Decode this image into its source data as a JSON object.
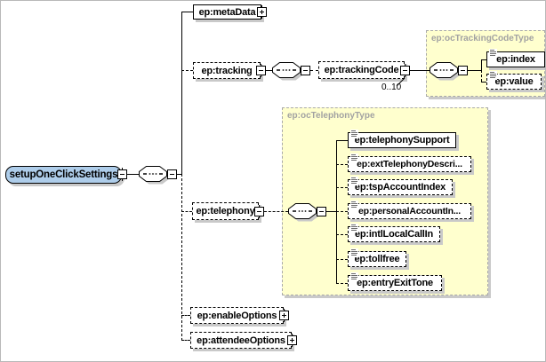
{
  "diagram": {
    "root": {
      "label": "setupOneClickSettings"
    },
    "meta_data": {
      "label": "ep:metaData"
    },
    "tracking": {
      "label": "ep:tracking"
    },
    "tracking_code": {
      "label": "ep:trackingCode",
      "occurrence": "0..10"
    },
    "tracking_code_type": {
      "label": "ep:ocTrackingCodeType",
      "children": [
        {
          "label": "ep:index"
        },
        {
          "label": "ep:value"
        }
      ]
    },
    "telephony": {
      "label": "ep:telephony"
    },
    "telephony_type": {
      "label": "ep:ocTelephonyType",
      "children": [
        {
          "label": "ep:telephonySupport"
        },
        {
          "label": "ep:extTelephonyDescri..."
        },
        {
          "label": "ep:tspAccountIndex"
        },
        {
          "label": "ep:personalAccountIn..."
        },
        {
          "label": "ep:intlLocalCallIn"
        },
        {
          "label": "ep:tollfree"
        },
        {
          "label": "ep:entryExitTone"
        }
      ]
    },
    "enable_options": {
      "label": "ep:enableOptions"
    },
    "attendee_options": {
      "label": "ep:attendeeOptions"
    }
  },
  "colors": {
    "root_fill": "#aecdea",
    "group_fill": "#ffffce",
    "shadow": "#c9c9c9"
  }
}
